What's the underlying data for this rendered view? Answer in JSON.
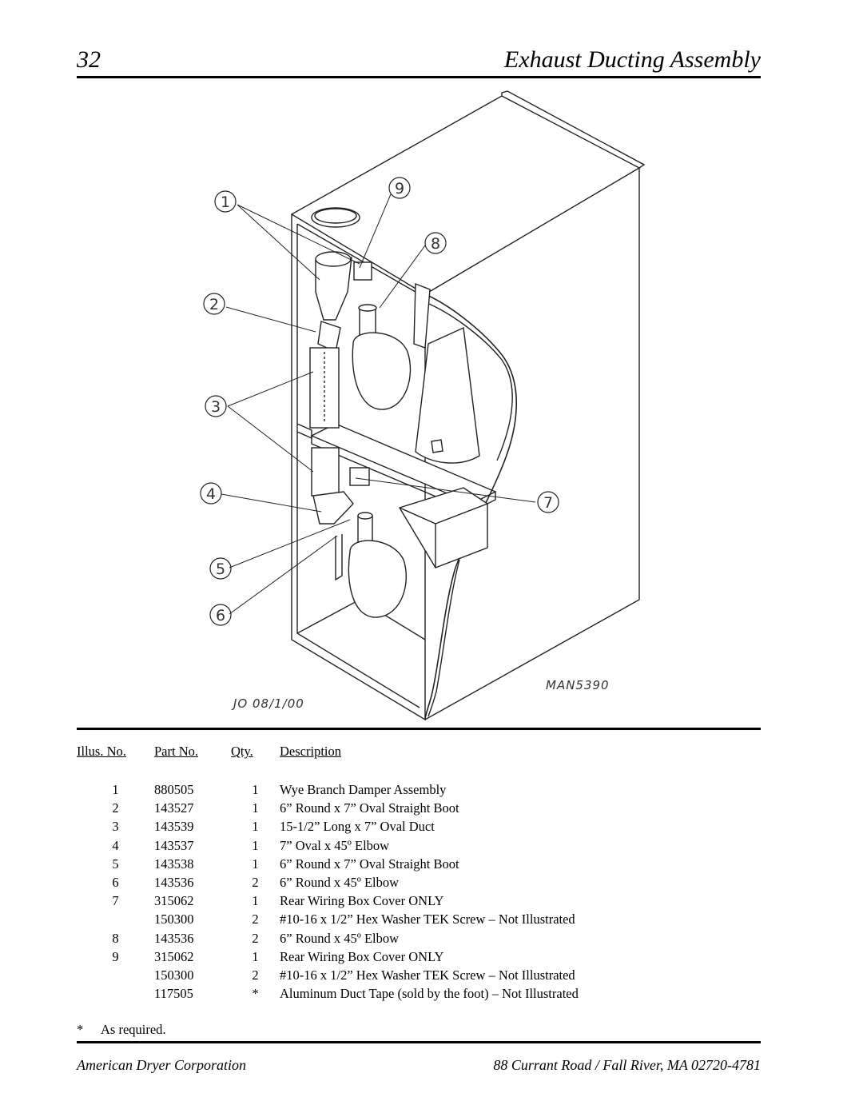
{
  "header": {
    "page_number": "32",
    "title": "Exhaust Ducting Assembly"
  },
  "figure": {
    "callouts": [
      "1",
      "2",
      "3",
      "4",
      "5",
      "6",
      "7",
      "8",
      "9"
    ],
    "drawing_number": "MAN5390",
    "drafter_stamp": "JO 08/1/00"
  },
  "table": {
    "headers": {
      "illus": "Illus. No.",
      "part": "Part No.",
      "qty": "Qty.",
      "desc": "Description"
    },
    "rows": [
      {
        "illus": "1",
        "part": "880505",
        "qty": "1",
        "desc": "Wye Branch Damper Assembly"
      },
      {
        "illus": "2",
        "part": "143527",
        "qty": "1",
        "desc": "6” Round x 7” Oval Straight Boot"
      },
      {
        "illus": "3",
        "part": "143539",
        "qty": "1",
        "desc": "15-1/2” Long x 7” Oval Duct"
      },
      {
        "illus": "4",
        "part": "143537",
        "qty": "1",
        "desc": "7” Oval x 45º Elbow"
      },
      {
        "illus": "5",
        "part": "143538",
        "qty": "1",
        "desc": "6” Round x 7” Oval Straight Boot"
      },
      {
        "illus": "6",
        "part": "143536",
        "qty": "2",
        "desc": "6” Round x 45º Elbow"
      },
      {
        "illus": "7",
        "part": "315062",
        "qty": "1",
        "desc": "Rear Wiring Box Cover ONLY"
      },
      {
        "illus": "",
        "part": "150300",
        "qty": "2",
        "desc": "#10-16 x 1/2” Hex Washer TEK Screw – Not Illustrated"
      },
      {
        "illus": "8",
        "part": "143536",
        "qty": "2",
        "desc": "6” Round x 45º Elbow"
      },
      {
        "illus": "9",
        "part": "315062",
        "qty": "1",
        "desc": "Rear Wiring Box Cover ONLY"
      },
      {
        "illus": "",
        "part": "150300",
        "qty": "2",
        "desc": "#10-16 x 1/2” Hex Washer TEK Screw – Not Illustrated"
      },
      {
        "illus": "",
        "part": "117505",
        "qty": "*",
        "desc": "Aluminum Duct Tape (sold by the foot) – Not Illustrated"
      }
    ]
  },
  "footnote": {
    "symbol": "*",
    "text": "As required."
  },
  "footer": {
    "company": "American Dryer Corporation",
    "address": "88 Currant Road / Fall River, MA 02720-4781"
  }
}
